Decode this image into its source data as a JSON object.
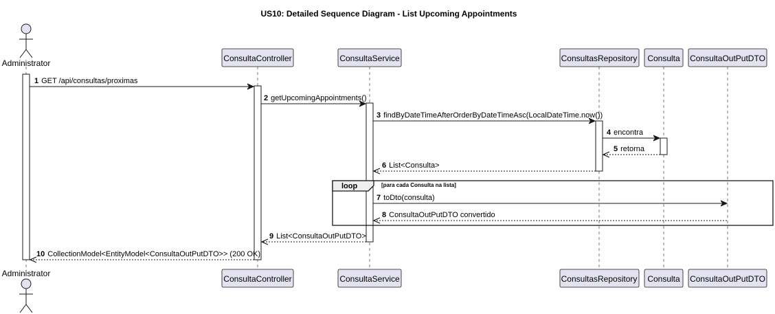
{
  "diagram": {
    "title": "US10: Detailed Sequence Diagram - List Upcoming Appointments",
    "participants": [
      {
        "id": "admin",
        "name": "Administrator",
        "kind": "actor"
      },
      {
        "id": "controller",
        "name": "ConsultaController",
        "kind": "participant"
      },
      {
        "id": "service",
        "name": "ConsultaService",
        "kind": "participant"
      },
      {
        "id": "repo",
        "name": "ConsultasRepository",
        "kind": "participant"
      },
      {
        "id": "consulta",
        "name": "Consulta",
        "kind": "participant"
      },
      {
        "id": "dto",
        "name": "ConsultaOutPutDTO",
        "kind": "participant"
      }
    ],
    "messages": [
      {
        "num": "1",
        "text": "GET /api/consultas/proximas",
        "from": "admin",
        "to": "controller",
        "style": "sync"
      },
      {
        "num": "2",
        "text": "getUpcomingAppointments()",
        "from": "controller",
        "to": "service",
        "style": "sync"
      },
      {
        "num": "3",
        "text": "findByDateTimeAfterOrderByDateTimeAsc(LocalDateTime.now())",
        "from": "service",
        "to": "repo",
        "style": "sync"
      },
      {
        "num": "4",
        "text": "encontra",
        "from": "repo",
        "to": "consulta",
        "style": "sync"
      },
      {
        "num": "5",
        "text": "retorna",
        "from": "consulta",
        "to": "repo",
        "style": "reply"
      },
      {
        "num": "6",
        "text": "List<Consulta>",
        "from": "repo",
        "to": "service",
        "style": "reply"
      },
      {
        "num": "7",
        "text": "toDto(consulta)",
        "from": "service",
        "to": "dto",
        "style": "sync"
      },
      {
        "num": "8",
        "text": "ConsultaOutPutDTO convertido",
        "from": "dto",
        "to": "service",
        "style": "reply"
      },
      {
        "num": "9",
        "text": "List<ConsultaOutPutDTO>",
        "from": "service",
        "to": "controller",
        "style": "reply"
      },
      {
        "num": "10",
        "text": "CollectionModel<EntityModel<ConsultaOutPutDTO>> (200 OK)",
        "from": "controller",
        "to": "admin",
        "style": "reply"
      }
    ],
    "loop": {
      "keyword": "loop",
      "guard": "[para cada Consulta na lista]"
    }
  }
}
